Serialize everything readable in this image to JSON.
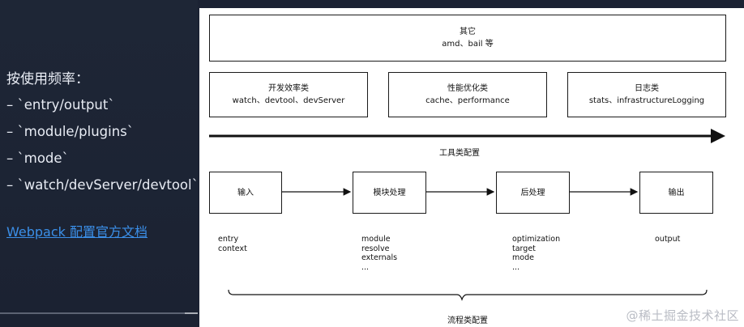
{
  "left": {
    "heading": "按使用频率：",
    "items": [
      "– `entry/output`",
      "– `module/plugins`",
      "– `mode`",
      "– `watch/devServer/devtool`"
    ],
    "link": "Webpack 配置官方文档"
  },
  "diagram": {
    "top_box": {
      "title": "其它",
      "subtitle": "amd、bail 等"
    },
    "tool_boxes": [
      {
        "title": "开发效率类",
        "subtitle": "watch、devtool、devServer"
      },
      {
        "title": "性能优化类",
        "subtitle": "cache、performance"
      },
      {
        "title": "日志类",
        "subtitle": "stats、infrastructureLogging"
      }
    ],
    "tool_caption": "工具类配置",
    "flow_boxes": [
      "输入",
      "模块处理",
      "后处理",
      "输出"
    ],
    "flow_params": [
      [
        "entry",
        "context"
      ],
      [
        "module",
        "resolve",
        "externals",
        "..."
      ],
      [
        "optimization",
        "target",
        "mode",
        "..."
      ],
      [
        "output"
      ]
    ],
    "flow_caption": "流程类配置"
  },
  "watermark": "@稀土掘金技术社区"
}
